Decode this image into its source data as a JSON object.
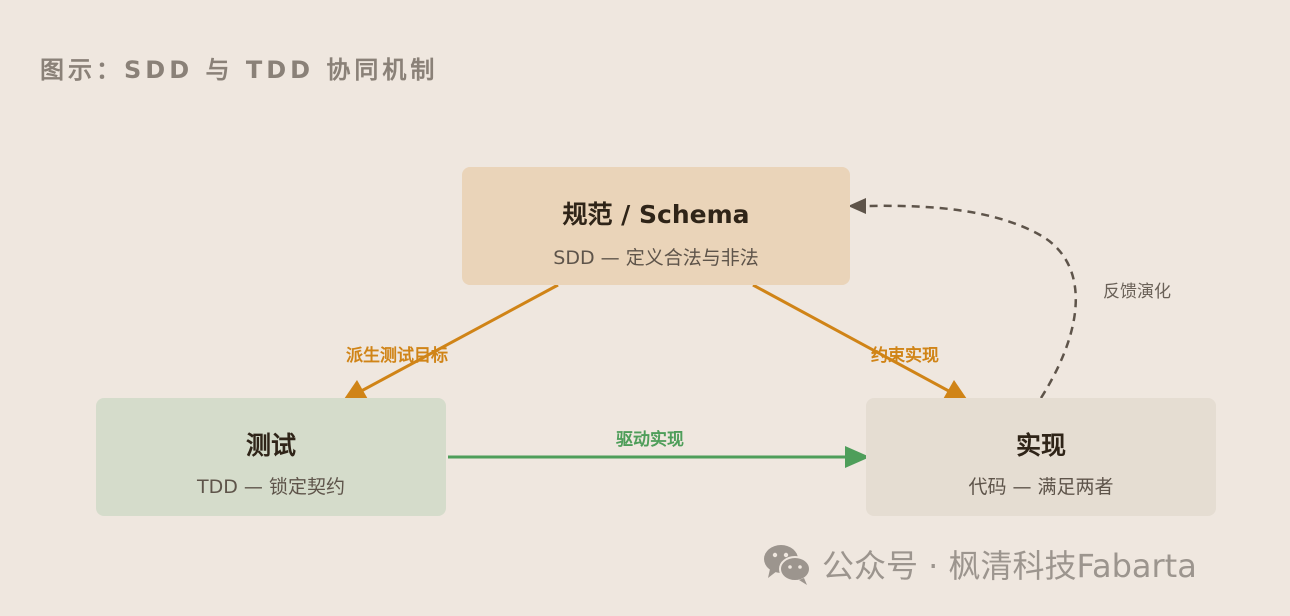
{
  "caption": "图示：SDD 与 TDD 协同机制",
  "nodes": {
    "spec": {
      "title": "规范 / Schema",
      "subtitle": "SDD — 定义合法与非法"
    },
    "test": {
      "title": "测试",
      "subtitle": "TDD — 锁定契约"
    },
    "impl": {
      "title": "实现",
      "subtitle": "代码 — 满足两者"
    }
  },
  "edges": {
    "spec_to_test": "派生测试目标",
    "spec_to_impl": "约束实现",
    "test_to_impl": "驱动实现",
    "impl_to_spec": "反馈演化"
  },
  "watermark": {
    "icon": "wechat-icon",
    "text": "公众号 · 枫清科技Fabarta"
  },
  "colors": {
    "background": "#EFE7DF",
    "spec_box": "#EAD4B9",
    "test_box": "#D5DCCB",
    "impl_box": "#E5DDD2",
    "orange_arrow": "#D08417",
    "green_arrow": "#4E9E5A",
    "feedback_arrow": "#5E544A"
  }
}
